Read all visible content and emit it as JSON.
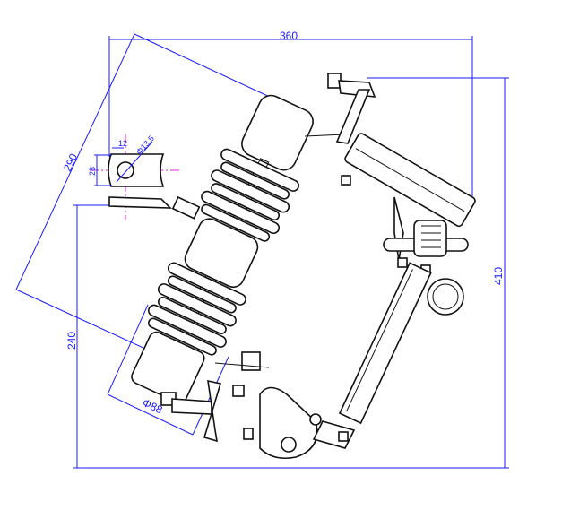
{
  "drawing": {
    "title": "Drop-out fuse cutout outline drawing",
    "dimensions": {
      "width": "360",
      "height": "410",
      "insulator_length": "290",
      "lower_height": "240",
      "insulator_diameter": "Φ88",
      "slot_width": "12",
      "slot_height": "28",
      "hole_diameter": "Φ13.5"
    },
    "colors": {
      "dimension": "#1a1aff",
      "centerline": "#e020e0",
      "outline": "#111111"
    }
  }
}
